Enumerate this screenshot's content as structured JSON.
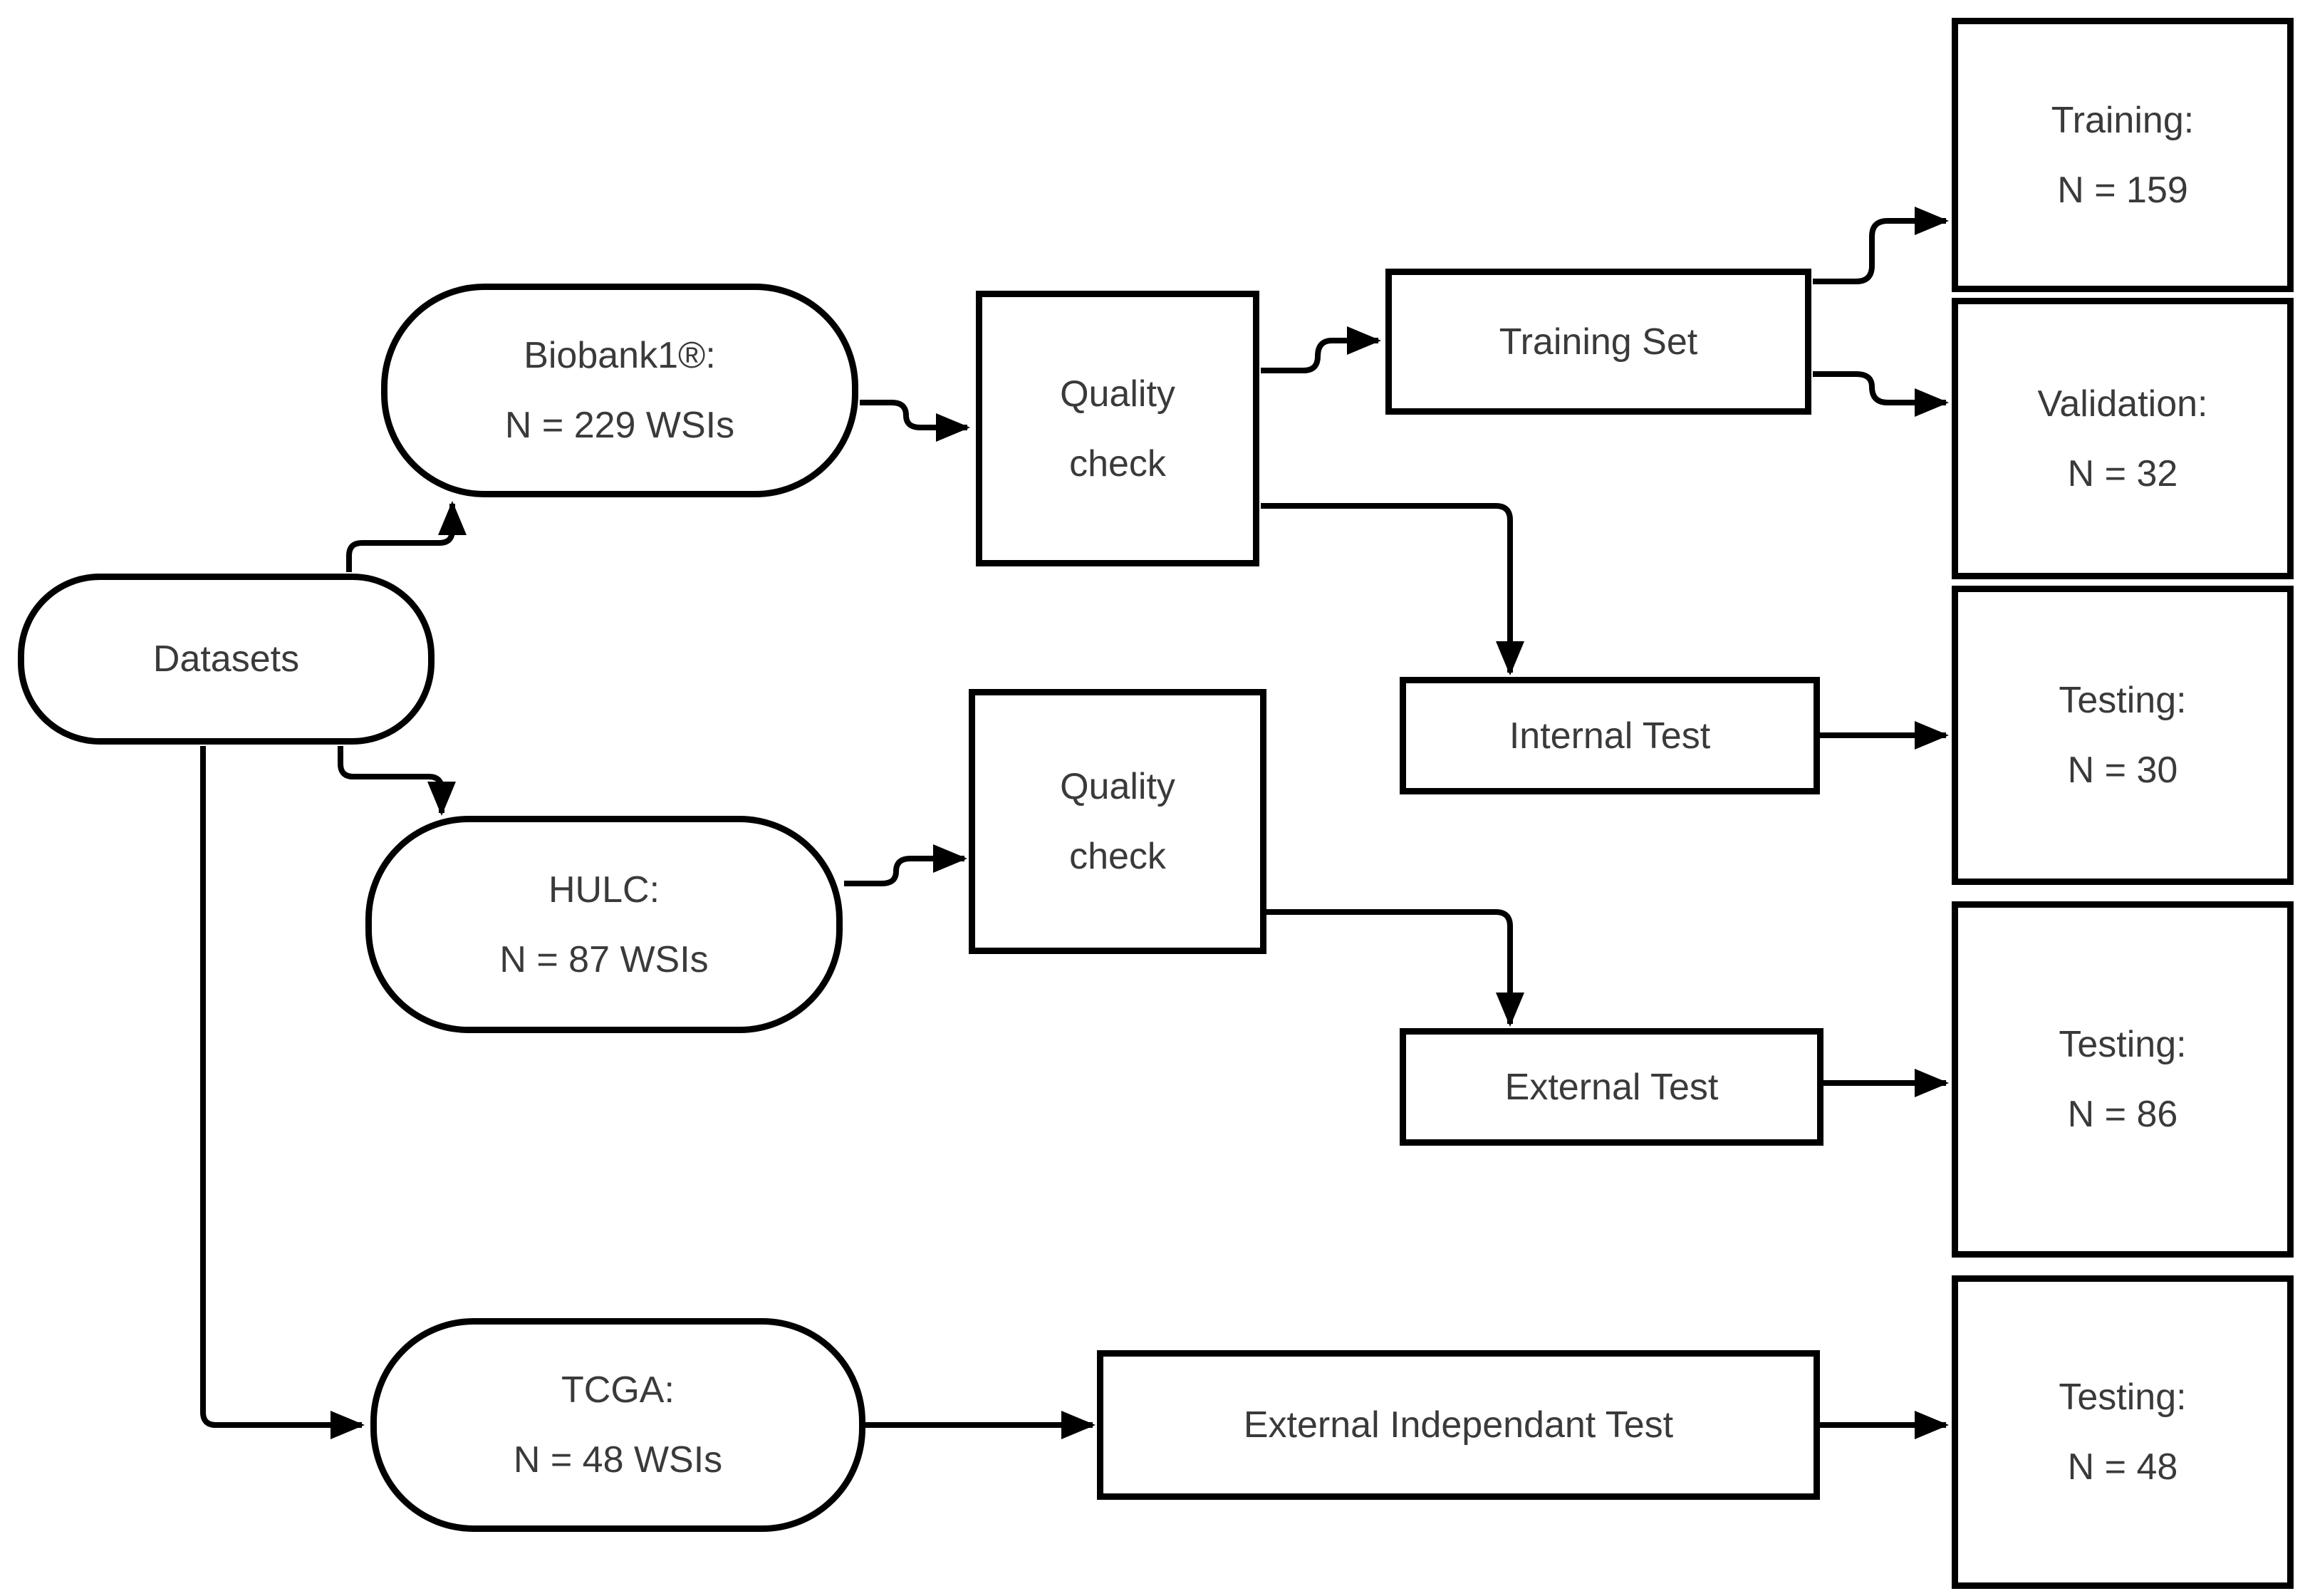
{
  "colors": {
    "background": "#ffffff",
    "node_fill": "#ffffff",
    "stroke": "#000000",
    "text": "#3a3a3a"
  },
  "nodes": {
    "datasets": {
      "label": "Datasets"
    },
    "biobank1": {
      "line1": "Biobank1®:",
      "line2": "N = 229 WSIs"
    },
    "hulc": {
      "line1": "HULC:",
      "line2": "N = 87 WSIs"
    },
    "tcga": {
      "line1": "TCGA:",
      "line2": "N = 48 WSIs"
    },
    "quality_check_top": {
      "line1": "Quality",
      "line2": "check"
    },
    "quality_check_bottom": {
      "line1": "Quality",
      "line2": "check"
    },
    "training_set": {
      "label": "Training Set"
    },
    "internal_test": {
      "label": "Internal Test"
    },
    "external_test": {
      "label": "External Test"
    },
    "external_independant_test": {
      "label": "External Independant Test"
    },
    "training": {
      "line1": "Training:",
      "line2": "N = 159"
    },
    "validation": {
      "line1": "Validation:",
      "line2": "N = 32"
    },
    "testing_internal": {
      "line1": "Testing:",
      "line2": "N = 30"
    },
    "testing_external": {
      "line1": "Testing:",
      "line2": "N = 86"
    },
    "testing_independant": {
      "line1": "Testing:",
      "line2": "N = 48"
    }
  },
  "edges": [
    {
      "from": "datasets",
      "to": "biobank1"
    },
    {
      "from": "datasets",
      "to": "hulc"
    },
    {
      "from": "datasets",
      "to": "tcga"
    },
    {
      "from": "biobank1",
      "to": "quality_check_top"
    },
    {
      "from": "quality_check_top",
      "to": "training_set"
    },
    {
      "from": "quality_check_top",
      "to": "internal_test"
    },
    {
      "from": "training_set",
      "to": "training"
    },
    {
      "from": "training_set",
      "to": "validation"
    },
    {
      "from": "internal_test",
      "to": "testing_internal"
    },
    {
      "from": "hulc",
      "to": "quality_check_bottom"
    },
    {
      "from": "quality_check_bottom",
      "to": "external_test"
    },
    {
      "from": "external_test",
      "to": "testing_external"
    },
    {
      "from": "tcga",
      "to": "external_independant_test"
    },
    {
      "from": "external_independant_test",
      "to": "testing_independant"
    }
  ]
}
